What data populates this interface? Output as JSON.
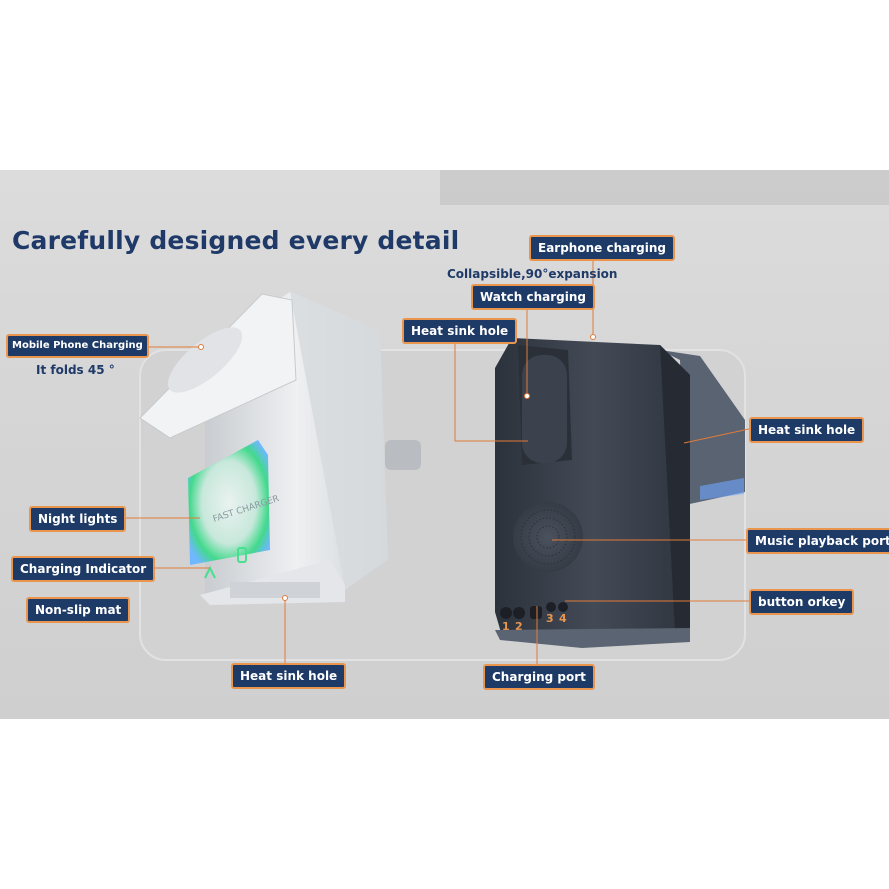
{
  "headline": "Carefully designed every detail",
  "subtitles": {
    "fold_left": "It folds 45 °",
    "fold_right": "Collapsible,90°expansion"
  },
  "callouts": {
    "mobile_phone_charging": "Mobile Phone Charging",
    "night_lights": "Night lights",
    "charging_indicator": "Charging Indicator",
    "non_slip_mat": "Non-slip mat",
    "heat_sink_hole_bottom": "Heat sink hole",
    "earphone_charging": "Earphone charging",
    "watch_charging": "Watch charging",
    "heat_sink_hole_left": "Heat sink hole",
    "heat_sink_hole_right": "Heat sink hole",
    "music_playback_port": "Music playback port",
    "button_orkey": "button orkey",
    "charging_port": "Charging port"
  },
  "device_label": "FAST CHARGER",
  "port_numbers": [
    "1",
    "2",
    "3",
    "4"
  ],
  "colors": {
    "tag_bg": "#1e3a66",
    "tag_border": "#e9954e",
    "leader_line": "#e07b3a",
    "night_light": "#3ddc84",
    "dark_device": "#3a414d"
  }
}
